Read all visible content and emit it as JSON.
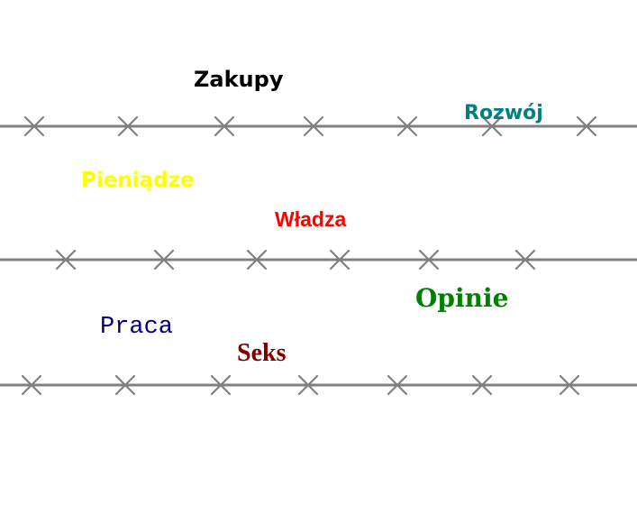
{
  "words": {
    "zakupy": {
      "text": "Zakupy",
      "color": "#000000"
    },
    "rozwoj": {
      "text": "Rozwój",
      "color": "#008080"
    },
    "pieniadze": {
      "text": "Pieniądze",
      "color": "#ffff00"
    },
    "wladza": {
      "text": "Władza",
      "color": "#ff0000"
    },
    "opinie": {
      "text": "Opinie",
      "color": "#008000"
    },
    "praca": {
      "text": "Praca",
      "color": "#000080"
    },
    "seks": {
      "text": "Seks",
      "color": "#800000"
    }
  },
  "wire": {
    "color": "#808080",
    "icon": "barbed-wire-barb-icon"
  }
}
